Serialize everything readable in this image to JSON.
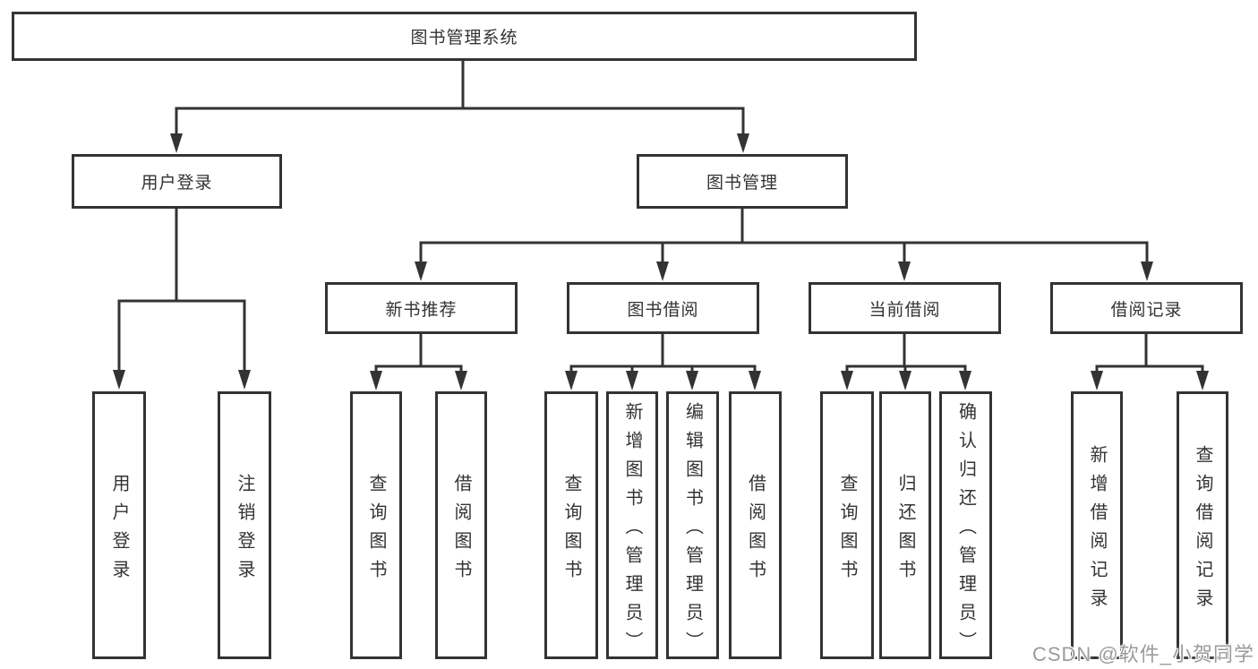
{
  "tree": {
    "root": {
      "label": "图书管理系统"
    },
    "level2": [
      {
        "label": "用户登录",
        "children": [
          {
            "label": "用户登录"
          },
          {
            "label": "注销登录"
          }
        ]
      },
      {
        "label": "图书管理",
        "children": [
          {
            "label": "新书推荐",
            "children": [
              {
                "label": "查询图书"
              },
              {
                "label": "借阅图书"
              }
            ]
          },
          {
            "label": "图书借阅",
            "children": [
              {
                "label": "查询图书"
              },
              {
                "label": "新增图书（管理员）"
              },
              {
                "label": "编辑图书（管理员）"
              },
              {
                "label": "借阅图书"
              }
            ]
          },
          {
            "label": "当前借阅",
            "children": [
              {
                "label": "查询图书"
              },
              {
                "label": "归还图书"
              },
              {
                "label": "确认归还（管理员）"
              }
            ]
          },
          {
            "label": "借阅记录",
            "children": [
              {
                "label": "新增借阅记录"
              },
              {
                "label": "查询借阅记录"
              }
            ]
          }
        ]
      }
    ]
  },
  "watermark": {
    "text": "CSDN @软件_小贺同学"
  },
  "colors": {
    "line": "#333333",
    "box_border": "#333333",
    "text": "#333333",
    "watermark": "#9b9b9b",
    "background": "#ffffff"
  }
}
